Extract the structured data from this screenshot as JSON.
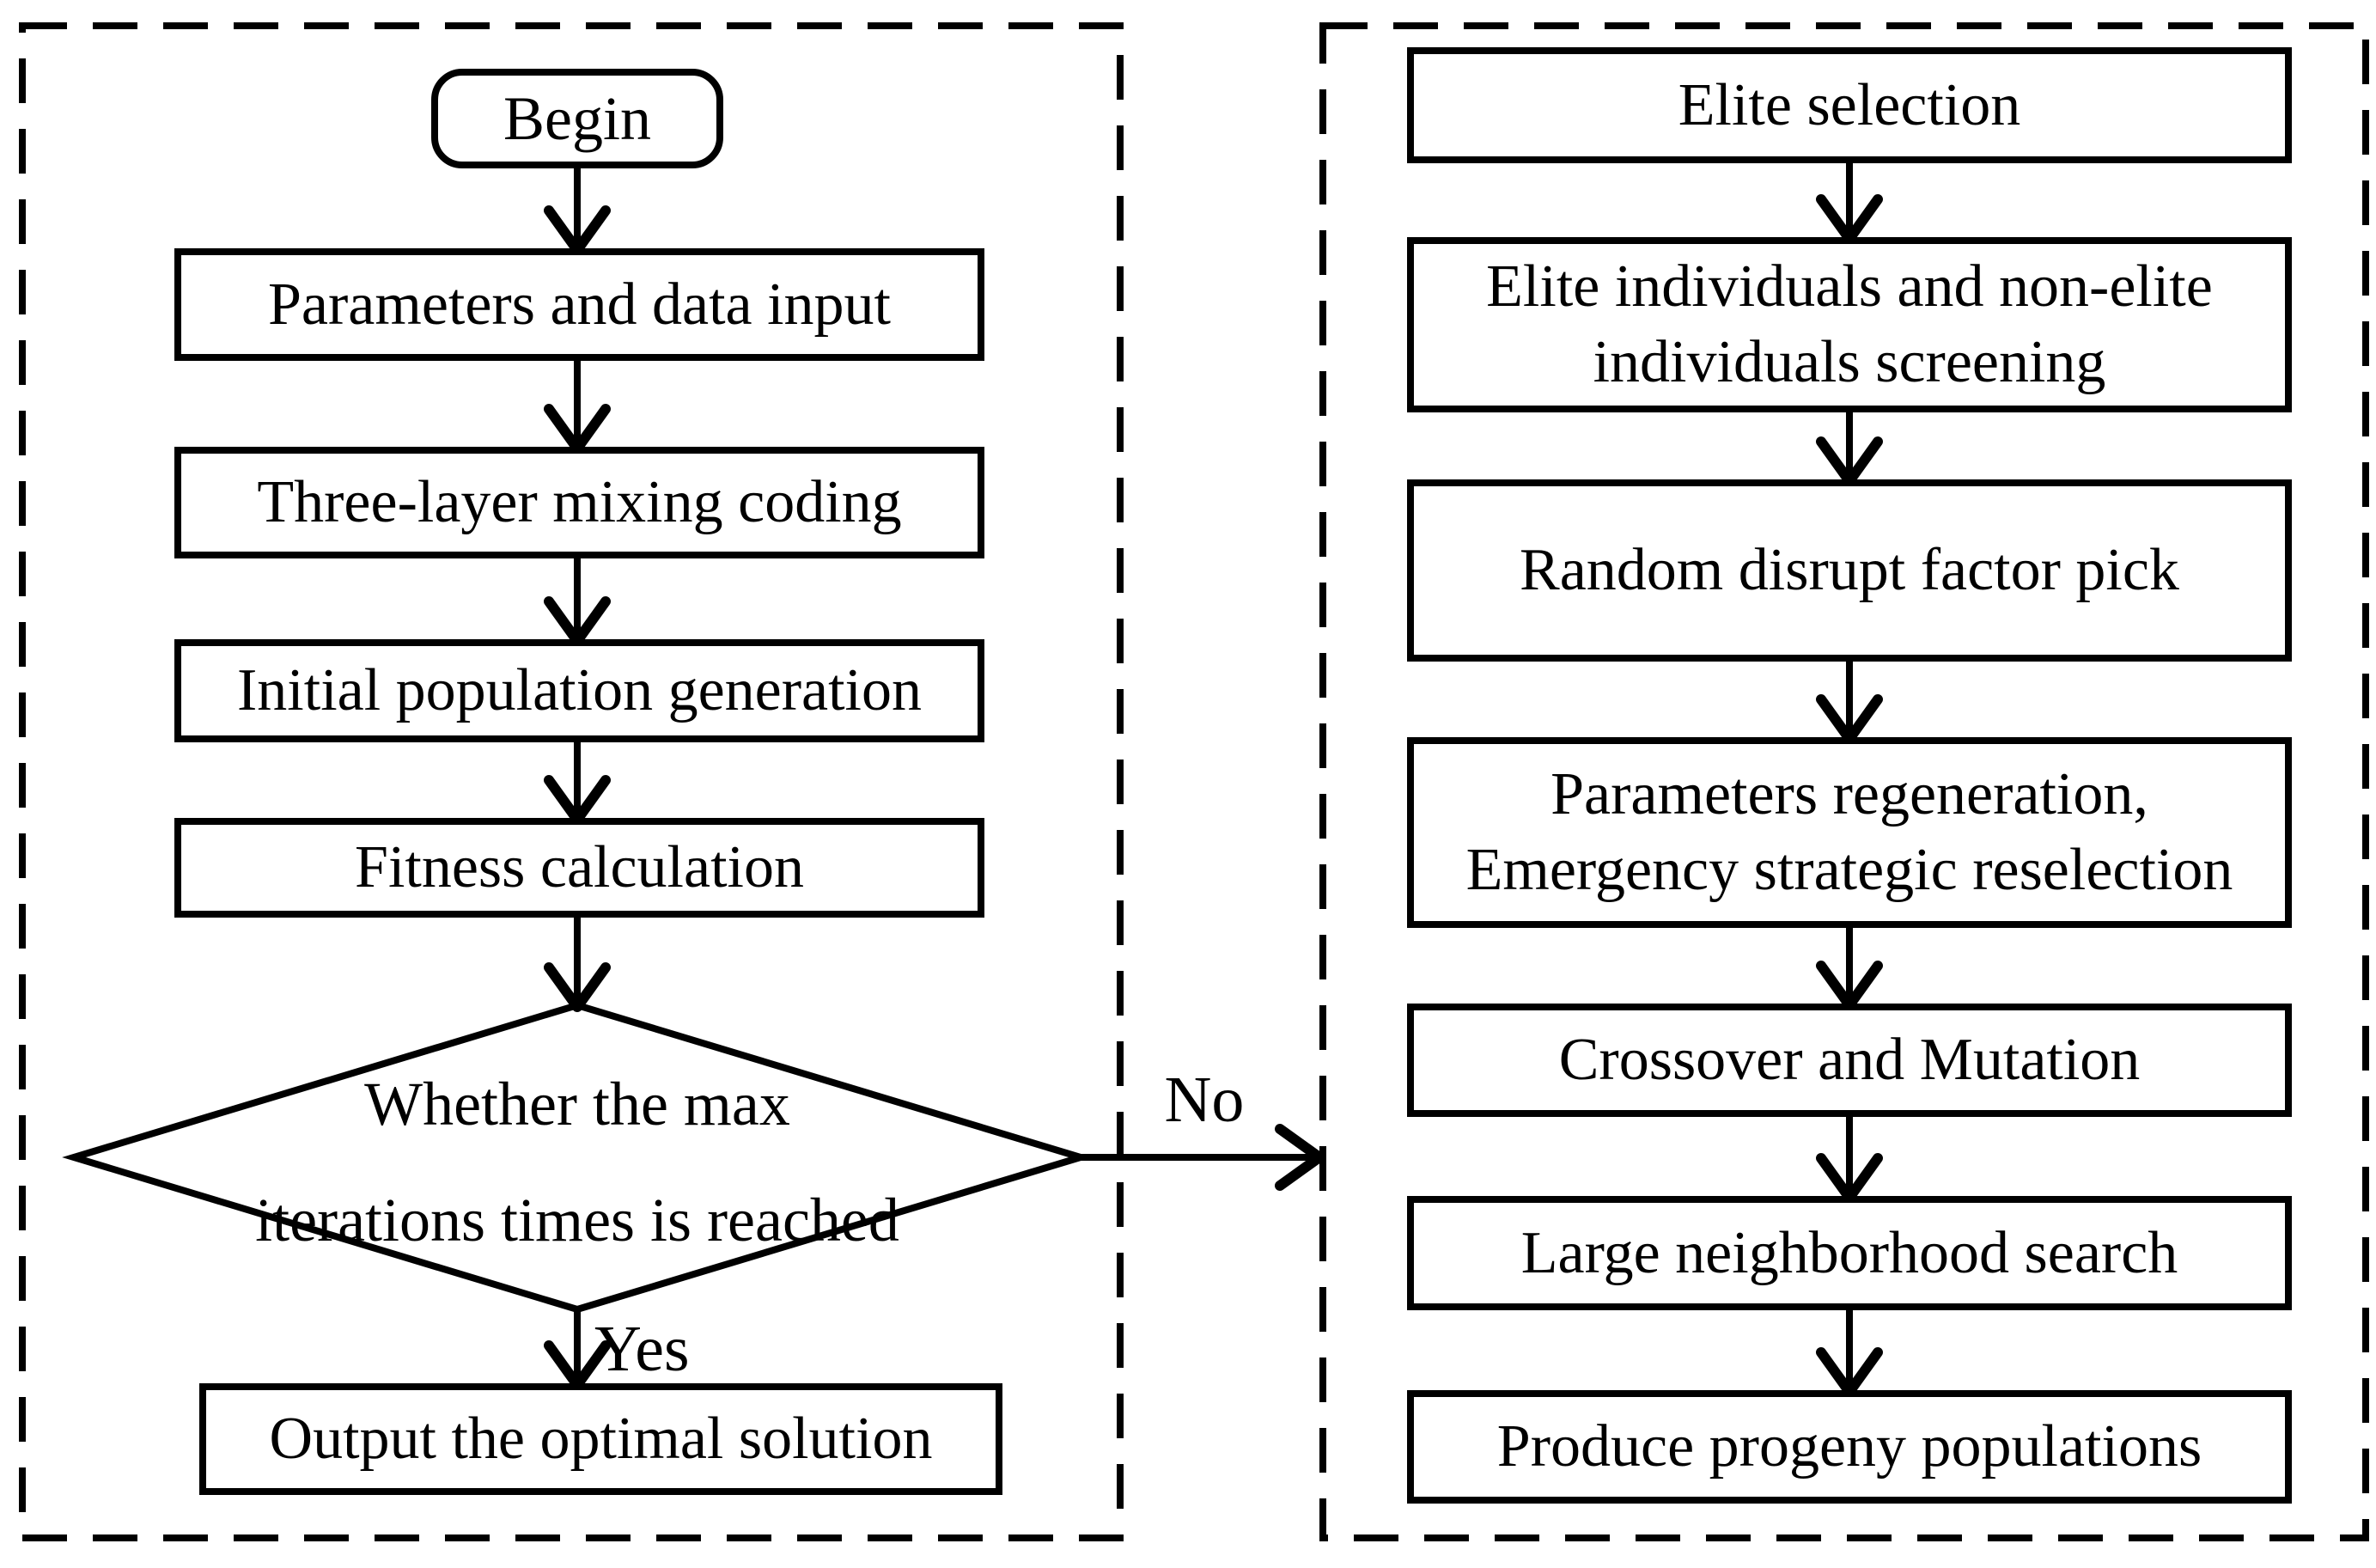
{
  "colors": {
    "ink": "#000000",
    "paper": "#ffffff"
  },
  "left_panel": {
    "start_label": "Begin",
    "steps": [
      "Parameters and data input",
      "Three-layer mixing coding",
      "Initial population generation",
      "Fitness calculation"
    ],
    "decision": {
      "line1": "Whether the max",
      "line2": "iterations times is reached"
    },
    "yes_label": "Yes",
    "no_label": "No",
    "end_label": "Output the optimal solution"
  },
  "right_panel": {
    "steps": [
      {
        "line1": "Elite selection"
      },
      {
        "line1": "Elite individuals and non-elite",
        "line2": "individuals screening"
      },
      {
        "line1": "Random disrupt factor pick"
      },
      {
        "line1": "Parameters regeneration,",
        "line2": "Emergency strategic reselection"
      },
      {
        "line1": "Crossover and Mutation"
      },
      {
        "line1": "Large neighborhood search"
      },
      {
        "line1": "Produce progeny populations"
      }
    ]
  }
}
